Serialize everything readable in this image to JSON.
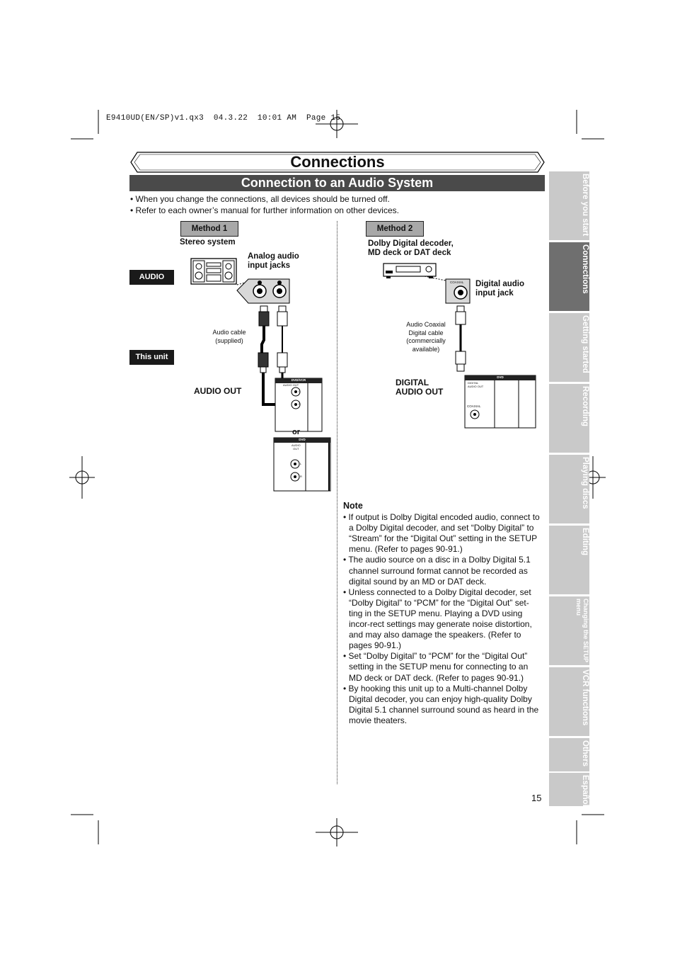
{
  "slug": "E9410UD(EN/SP)v1.qx3  04.3.22  10:01 AM  Page 15",
  "header": {
    "title": "Connections",
    "subtitle": "Connection to an Audio System"
  },
  "intro_bullets": [
    "• When you change the connections, all devices should be turned off.",
    "• Refer to each owner’s manual for further information on other devices."
  ],
  "method1": {
    "label": "Method 1",
    "device_label": "Stereo system",
    "jacks_label_line1": "Analog audio",
    "jacks_label_line2": "input jacks",
    "audio_tag": "AUDIO",
    "unit_tag": "This unit",
    "cable_line1": "Audio cable",
    "cable_line2": "(supplied)",
    "out_label": "AUDIO OUT",
    "or_label": "or",
    "panel1_header": "DVD/VCR",
    "panel1_sub": "AUDIO OUT",
    "panel2_header": "DVD",
    "panel2_sub_line1": "AUDIO",
    "panel2_sub_line2": "OUT",
    "jack_L": "L",
    "jack_R": "R"
  },
  "method2": {
    "label": "Method 2",
    "device_line1": "Dolby Digital decoder,",
    "device_line2": "MD deck or DAT deck",
    "jack_label_line1": "Digital audio",
    "jack_label_line2": "input jack",
    "coaxial_small": "COAXIAL",
    "cable_lines": [
      "Audio Coaxial",
      "Digital cable",
      "(commercially",
      "available)"
    ],
    "out_line1": "DIGITAL",
    "out_line2": "AUDIO OUT",
    "panel_header": "DVD",
    "panel_sub_line1": "DIGITAL",
    "panel_sub_line2": "AUDIO OUT",
    "panel_coaxial": "COAXIAL"
  },
  "note": {
    "title": "Note",
    "items": [
      "• If output is Dolby Digital encoded audio, connect to a Dolby Digital decoder, and set “Dolby Digital” to “Stream” for the “Digital Out” setting in the SETUP menu. (Refer to pages 90-91.)",
      "• The audio source on a disc in a Dolby Digital 5.1 channel surround format cannot be recorded as digital sound by an MD or DAT deck.",
      "• Unless connected to a Dolby Digital decoder, set “Dolby Digital” to “PCM” for the “Digital Out” set-ting in the SETUP menu. Playing a DVD using incor-rect settings may generate noise distortion, and may also damage the speakers. (Refer to pages 90-91.)",
      "• Set “Dolby Digital” to “PCM” for the “Digital Out” setting in the SETUP menu for connecting to an MD deck or DAT deck. (Refer to pages 90-91.)",
      "• By hooking this unit up to a Multi-channel Dolby Digital decoder, you can enjoy high-quality Dolby Digital 5.1 channel surround sound as heard in the movie theaters."
    ]
  },
  "side_tabs": [
    {
      "label": "Before you start",
      "active": false
    },
    {
      "label": "Connections",
      "active": true
    },
    {
      "label": "Getting started",
      "active": false
    },
    {
      "label": "Recording",
      "active": false
    },
    {
      "label": "Playing discs",
      "active": false
    },
    {
      "label": "Editing",
      "active": false
    },
    {
      "label": "Changing the SETUP menu",
      "active": false
    },
    {
      "label": "VCR functions",
      "active": false
    },
    {
      "label": "Others",
      "active": false
    },
    {
      "label": "Español",
      "active": false
    }
  ],
  "page_number": "15",
  "colors": {
    "subtitle_bg": "#4a4a4a",
    "method_bg": "#a8a8a8",
    "tab_inactive": "#c9c9c9",
    "tab_active": "#6f6f6f",
    "tag_bg": "#1a1a1a"
  }
}
